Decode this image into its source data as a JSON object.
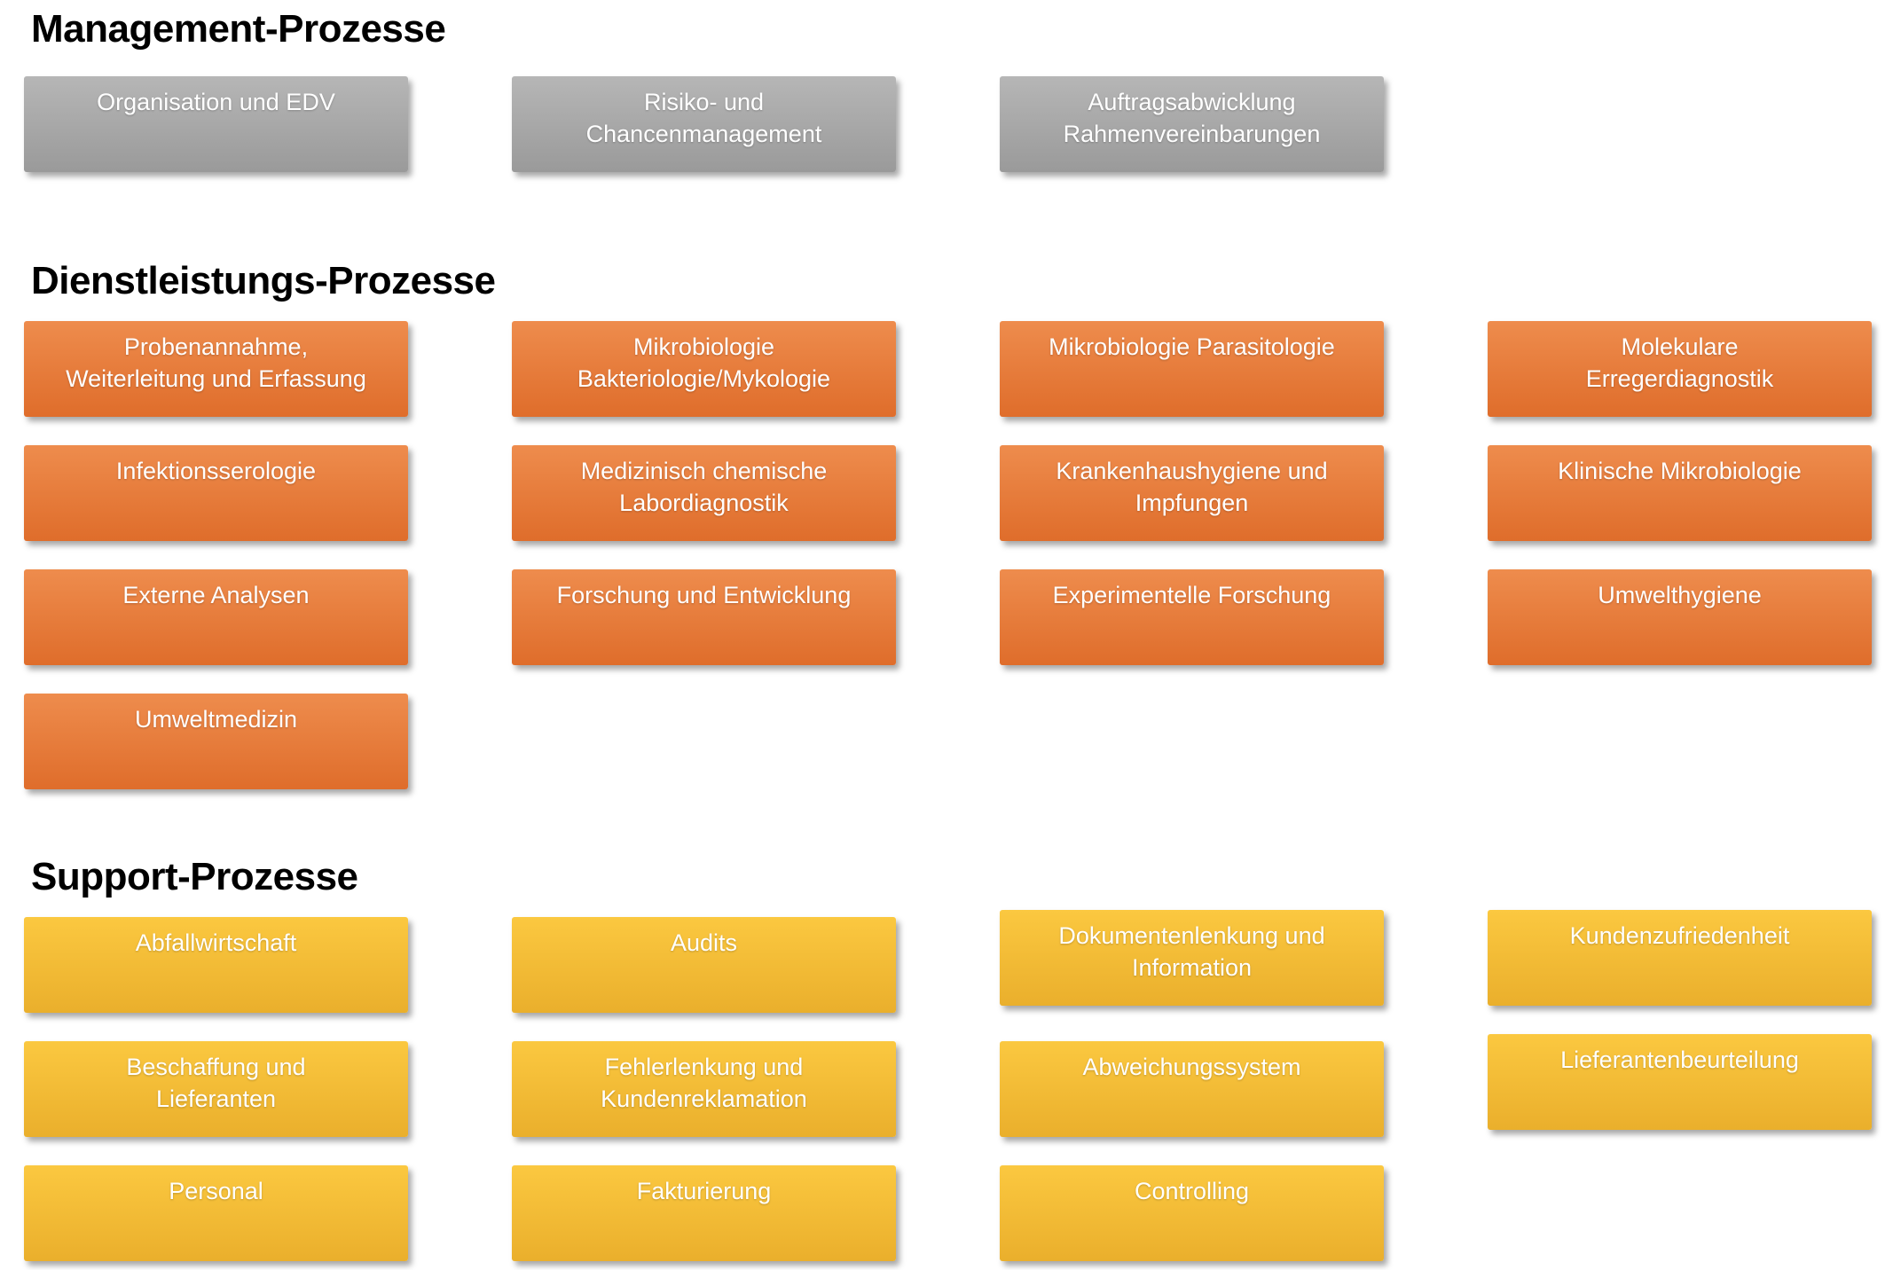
{
  "sections": [
    {
      "title": "Management-Prozesse",
      "type": "management",
      "boxes": [
        "Organisation und EDV",
        "Risiko- und\nChancenmanagement",
        "Auftragsabwicklung\nRahmenvereinbarungen"
      ]
    },
    {
      "title": "Dienstleistungs-Prozesse",
      "type": "service",
      "boxes": [
        "Probenannahme,\nWeiterleitung und Erfassung",
        "Mikrobiologie\nBakteriologie/Mykologie",
        "Mikrobiologie Parasitologie",
        "Molekulare\nErregerdiagnostik",
        "Infektionsserologie",
        "Medizinisch chemische\nLabordiagnostik",
        "Krankenhaushygiene und\nImpfungen",
        "Klinische Mikrobiologie",
        "Externe Analysen",
        "Forschung und Entwicklung",
        "Experimentelle Forschung",
        "Umwelthygiene",
        "Umweltmedizin"
      ]
    },
    {
      "title": "Support-Prozesse",
      "type": "support",
      "boxes": [
        "Abfallwirtschaft",
        "Audits",
        "Dokumentenlenkung und\nInformation",
        "Kundenzufriedenheit",
        "Beschaffung und\nLieferanten",
        "Fehlerlenkung und\nKundenreklamation",
        "Abweichungssystem",
        "Lieferantenbeurteilung",
        "Personal",
        "Fakturierung",
        "Controlling"
      ]
    }
  ],
  "colors": {
    "page_background": "#ffffff",
    "title_text": "#000000",
    "box_text": "#ffffff",
    "management_box_top": "#b6b6b6",
    "management_box_bottom": "#9a9a9a",
    "service_box_top": "#ee8c4d",
    "service_box_bottom": "#df6d2b",
    "support_box_top": "#fbc840",
    "support_box_bottom": "#eaaf2c"
  }
}
